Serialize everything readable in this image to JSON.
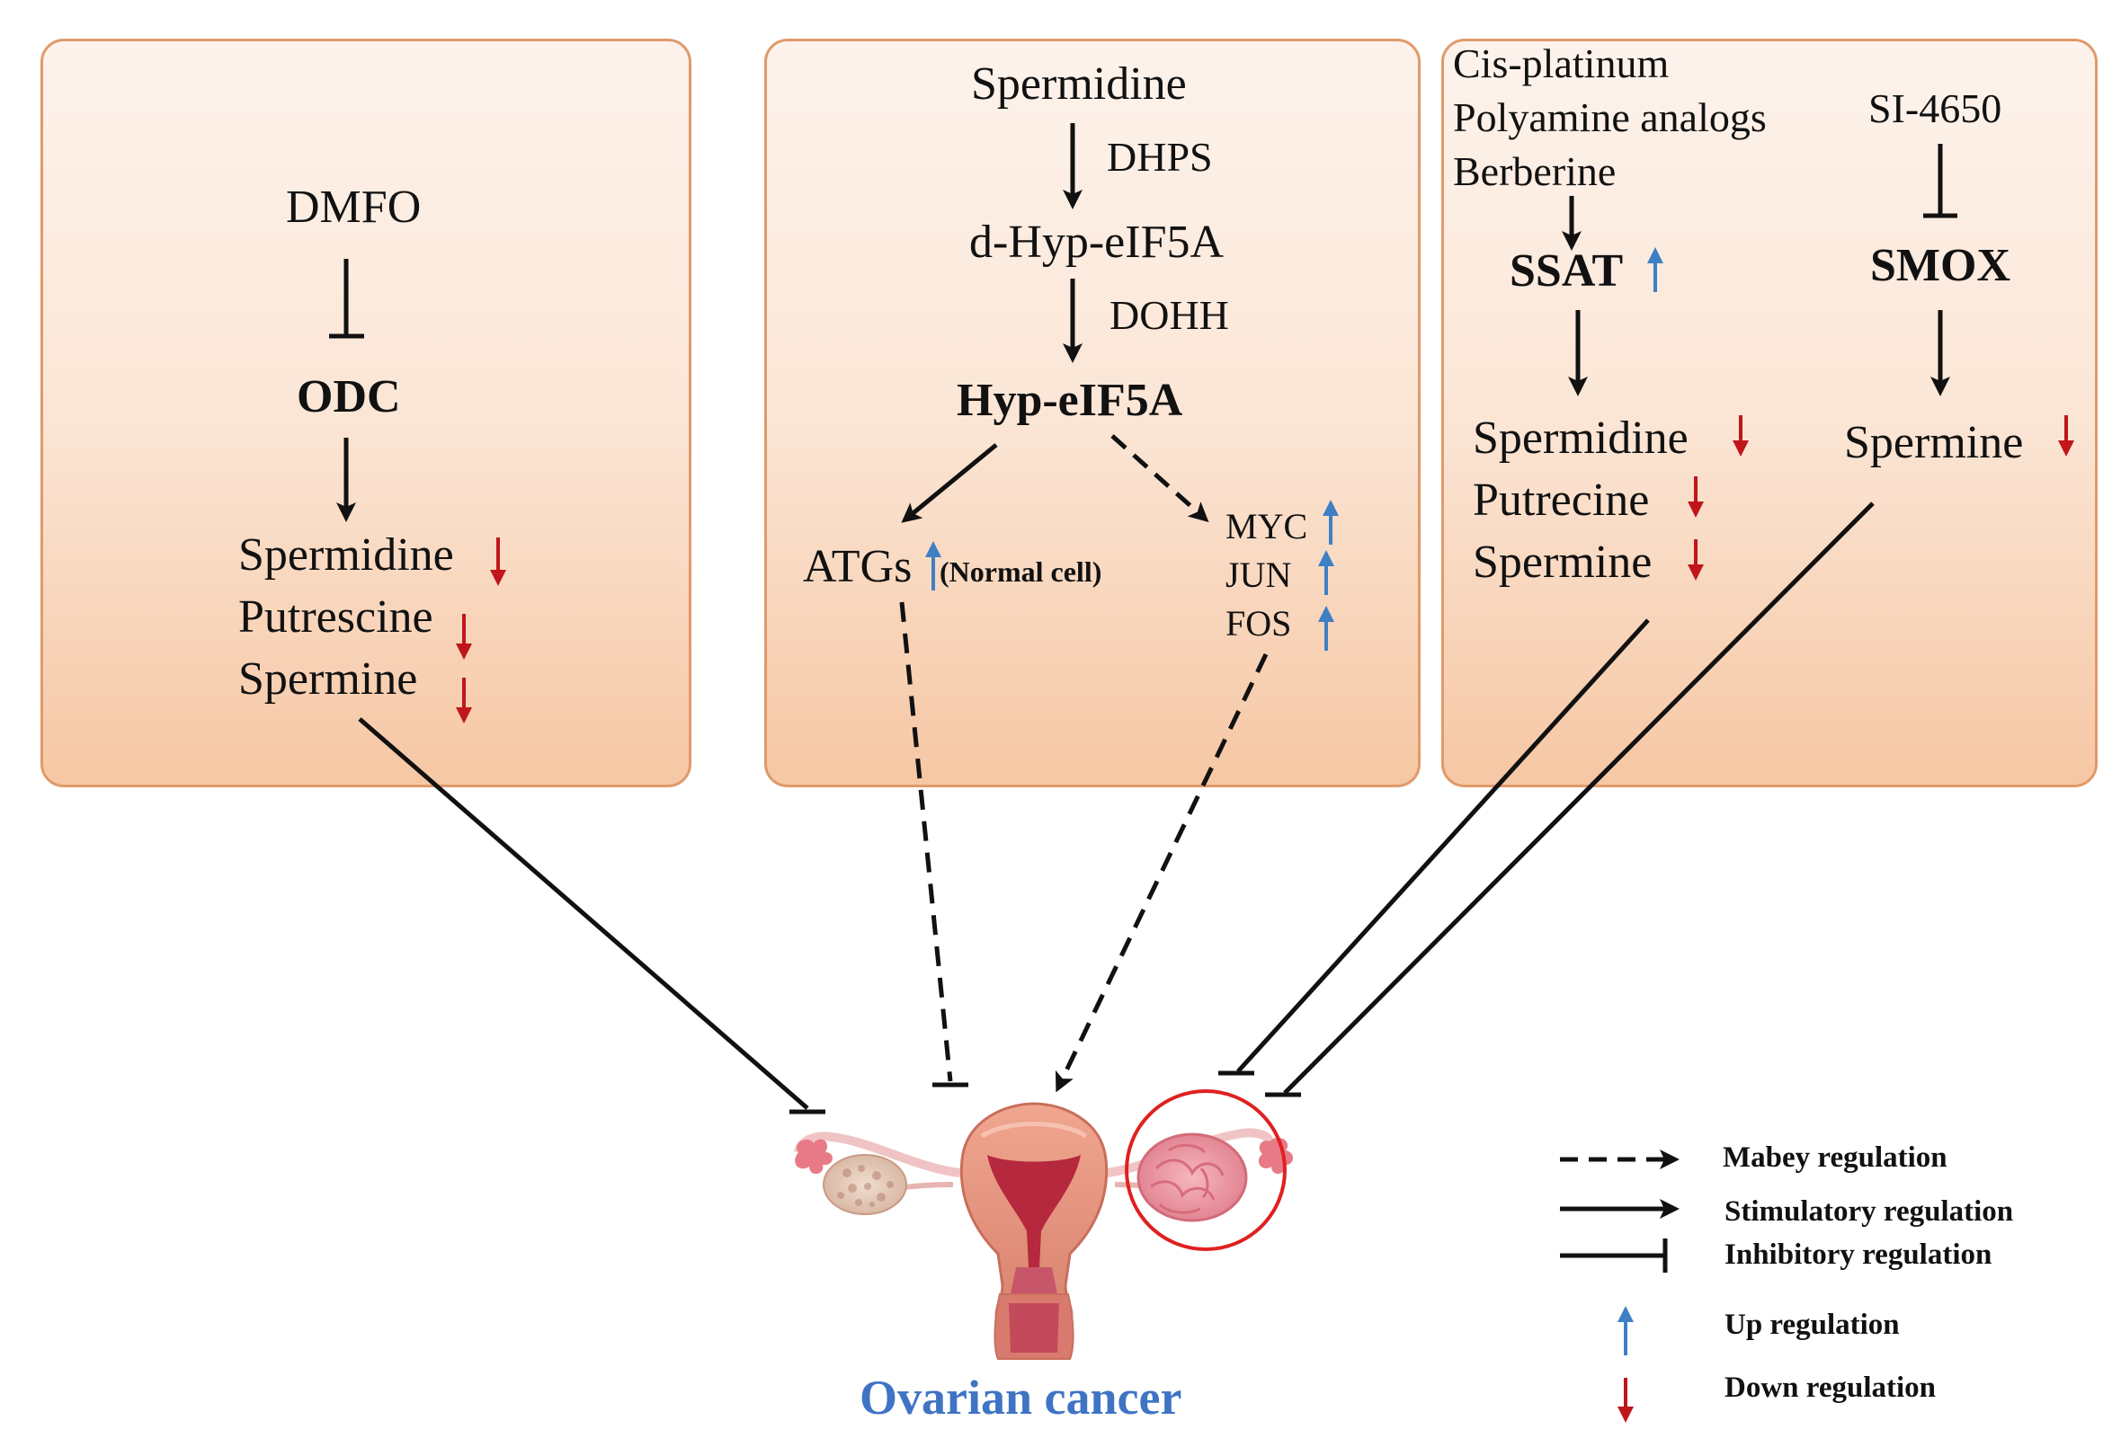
{
  "panels": {
    "odc": {
      "drug": "DMFO",
      "enzyme": "ODC",
      "products": [
        "Spermidine",
        "Putrescine",
        "Spermine"
      ]
    },
    "eif5a": {
      "substrate": "Spermidine",
      "step1_enzyme": "DHPS",
      "intermediate": "d-Hyp-eIF5A",
      "step2_enzyme": "DOHH",
      "product": "Hyp-eIF5A",
      "atgs": "ATGs",
      "atgs_note": "(Normal cell)",
      "oncogenes": [
        "MYC",
        "JUN",
        "FOS"
      ]
    },
    "ssat": {
      "drugs": [
        "Cis-platinum",
        "Polyamine analogs",
        "Berberine"
      ],
      "enzyme": "SSAT",
      "products": [
        "Spermidine",
        "Putrecine",
        "Spermine"
      ]
    },
    "smox": {
      "drug": "SI-4650",
      "enzyme": "SMOX",
      "product": "Spermine"
    }
  },
  "target": {
    "label": "Ovarian cancer"
  },
  "legend": [
    {
      "line": "dashed-arrow",
      "label": "Mabey regulation"
    },
    {
      "line": "solid-arrow",
      "label": "Stimulatory regulation"
    },
    {
      "line": "inhibit-bar",
      "label": "Inhibitory regulation"
    },
    {
      "line": "up-arrow",
      "label": "Up regulation"
    },
    {
      "line": "down-arrow",
      "label": "Down regulation"
    }
  ],
  "colors": {
    "up": "#3f7fc4",
    "down": "#c0161b",
    "panel_border": "#e09a6a",
    "title": "#3f74c4",
    "highlight_circle": "#e02020"
  }
}
